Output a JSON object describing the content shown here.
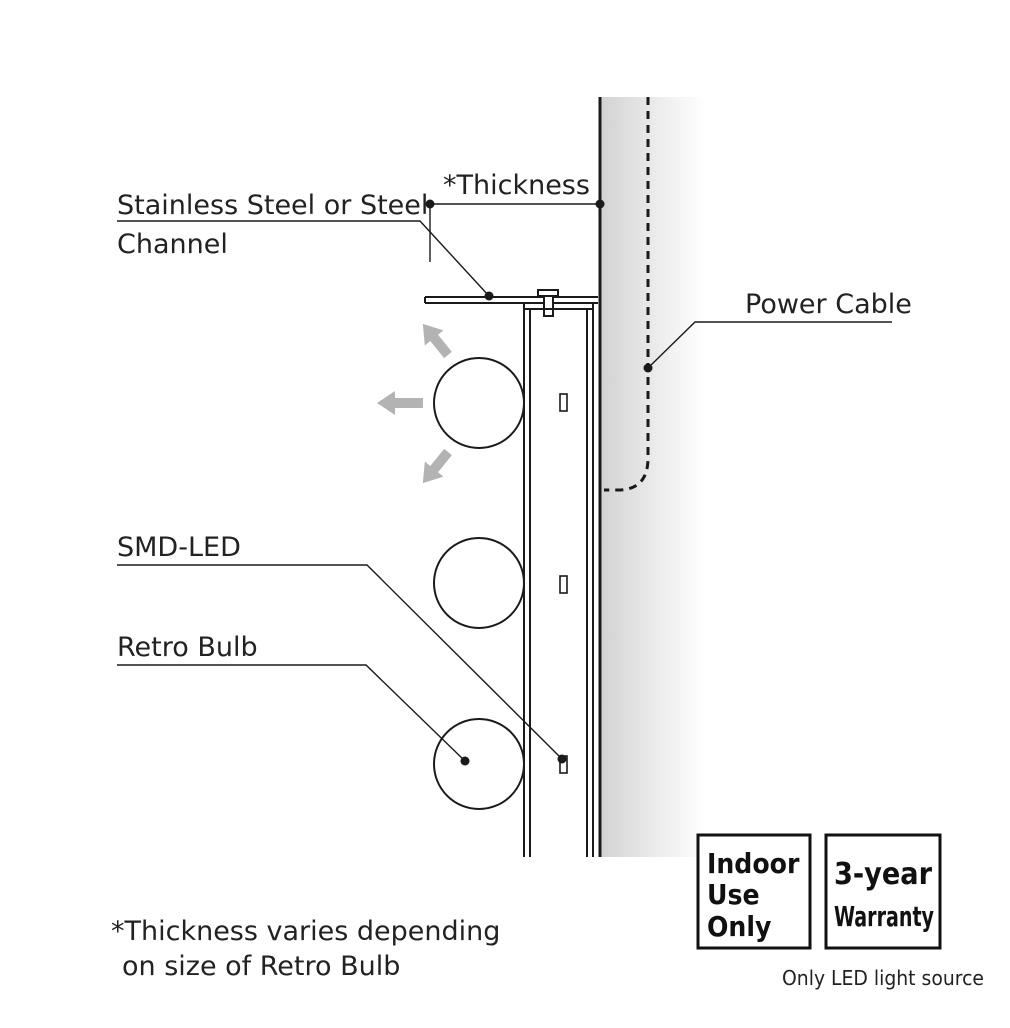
{
  "labels": {
    "channel_line1": "Stainless Steel or Steel",
    "channel_line2": "Channel",
    "thickness": "*Thickness",
    "power_cable": "Power Cable",
    "smd_led": "SMD-LED",
    "retro_bulb": "Retro Bulb"
  },
  "footnote": {
    "line1": "*Thickness varies depending",
    "line2": "on size of Retro Bulb"
  },
  "badges": {
    "indoor": [
      "Indoor",
      "Use",
      "Only"
    ],
    "warranty": [
      "3-year",
      "Warranty"
    ],
    "caption": "Only LED light source"
  },
  "colors": {
    "line": "#1a1a1a",
    "arrow": "#b3b3b3",
    "wall_shade": "#d6d6d6"
  }
}
